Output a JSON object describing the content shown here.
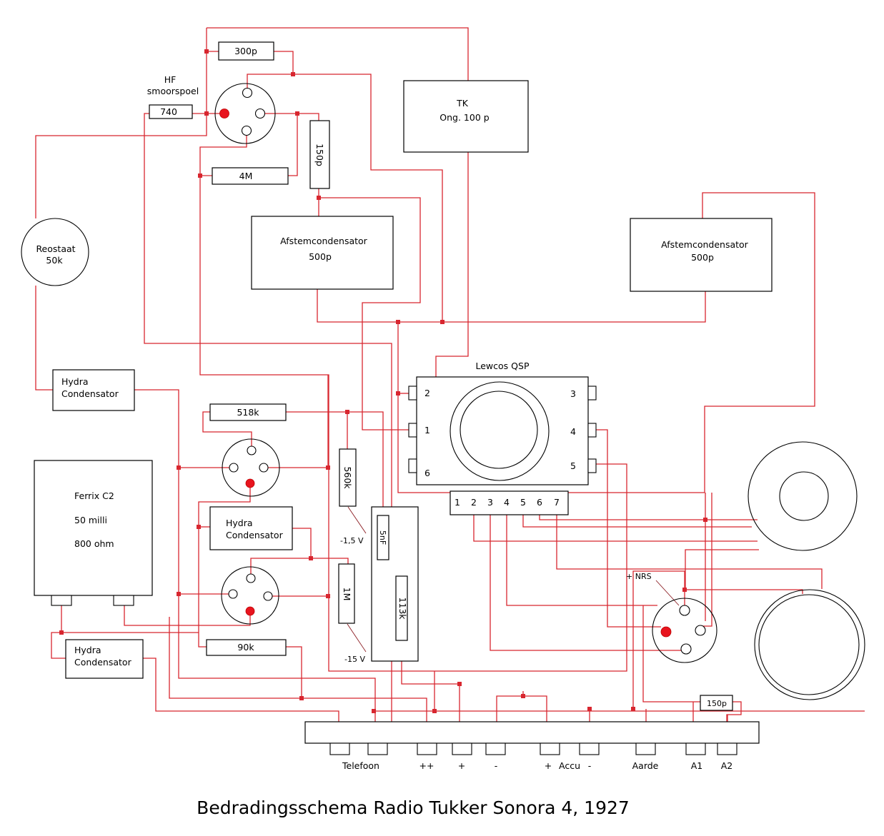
{
  "diagram": {
    "title": "Bedradingsschema Radio Tukker Sonora 4, 1927",
    "wire_color": "#d8262f",
    "components": {
      "cap_300p": "300p",
      "hf_choke_label_1": "HF",
      "hf_choke_label_2": "smoorspoel",
      "res_740": "740",
      "cap_150p_top": "150p",
      "res_4m": "4M",
      "tk_title": "TK",
      "tk_value": "Ong. 100 p",
      "rheostat_name": "Reostaat",
      "rheostat_value": "50k",
      "tuning_cap_left_name": "Afstemcondensator",
      "tuning_cap_left_value": "500p",
      "tuning_cap_right_name": "Afstemcondensator",
      "tuning_cap_right_value": "500p",
      "hydra_1_line1": "Hydra",
      "hydra_1_line2": "Condensator",
      "hydra_2_line1": "Hydra",
      "hydra_2_line2": "Condensator",
      "hydra_3_line1": "Hydra",
      "hydra_3_line2": "Condensator",
      "res_518k": "518k",
      "res_560k": "560k",
      "res_1m": "1M",
      "res_90k": "90k",
      "cap_5nf": "5nF",
      "res_113k": "113k",
      "bias_1": "-1,5 V",
      "bias_2": "-15 V",
      "ferrix_name": "Ferrix C2",
      "ferrix_current": "50 milli",
      "ferrix_resistance": "800 ohm",
      "coil_name": "Lewcos QSP",
      "coil_pins": [
        "2",
        "1",
        "6",
        "3",
        "4",
        "5"
      ],
      "switch_pins": [
        "1",
        "2",
        "3",
        "4",
        "5",
        "6",
        "7"
      ],
      "nrs_label": "+ NRS",
      "cap_150p_antenna": "150p"
    },
    "terminals": [
      {
        "label": "Telefoon"
      },
      {
        "label": "++"
      },
      {
        "label": "+"
      },
      {
        "label": "-"
      },
      {
        "label": "+"
      },
      {
        "label": "Accu"
      },
      {
        "label": "-"
      },
      {
        "label": "Aarde"
      },
      {
        "label": "A1"
      },
      {
        "label": "A2"
      }
    ]
  }
}
